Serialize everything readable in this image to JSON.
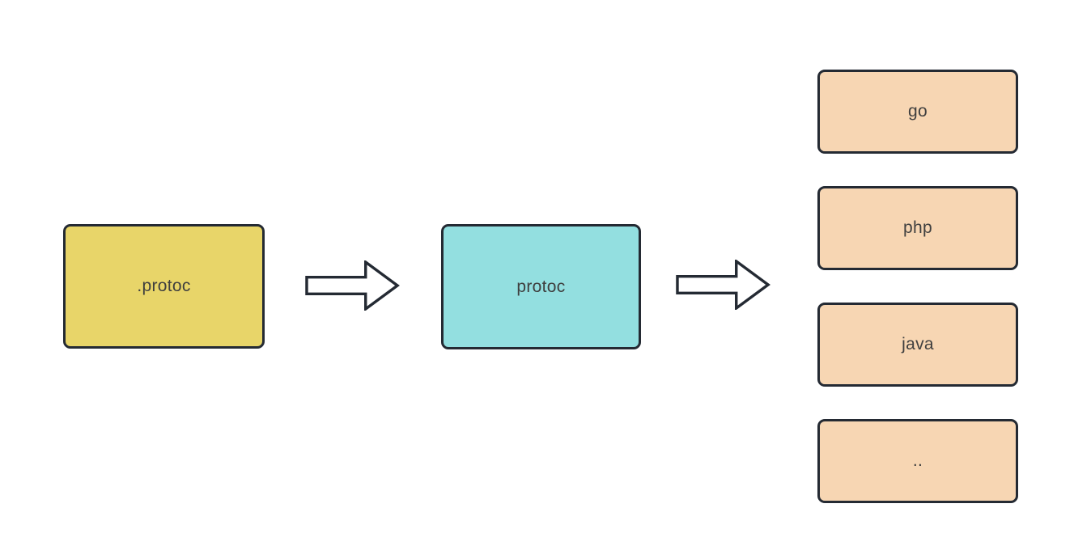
{
  "diagram": {
    "background_color": "#ffffff",
    "border_color": "#242a33",
    "text_color": "#3f3f3f",
    "arrow_fill": "#ffffff",
    "source_box": {
      "label": ".protoc",
      "fill": "#e8d569"
    },
    "compiler_box": {
      "label": "protoc",
      "fill": "#93dfe0"
    },
    "output_boxes": [
      {
        "label": "go",
        "fill": "#f7d6b3"
      },
      {
        "label": "php",
        "fill": "#f7d6b3"
      },
      {
        "label": "java",
        "fill": "#f7d6b3"
      },
      {
        "label": "..",
        "fill": "#f7d6b3"
      }
    ]
  }
}
